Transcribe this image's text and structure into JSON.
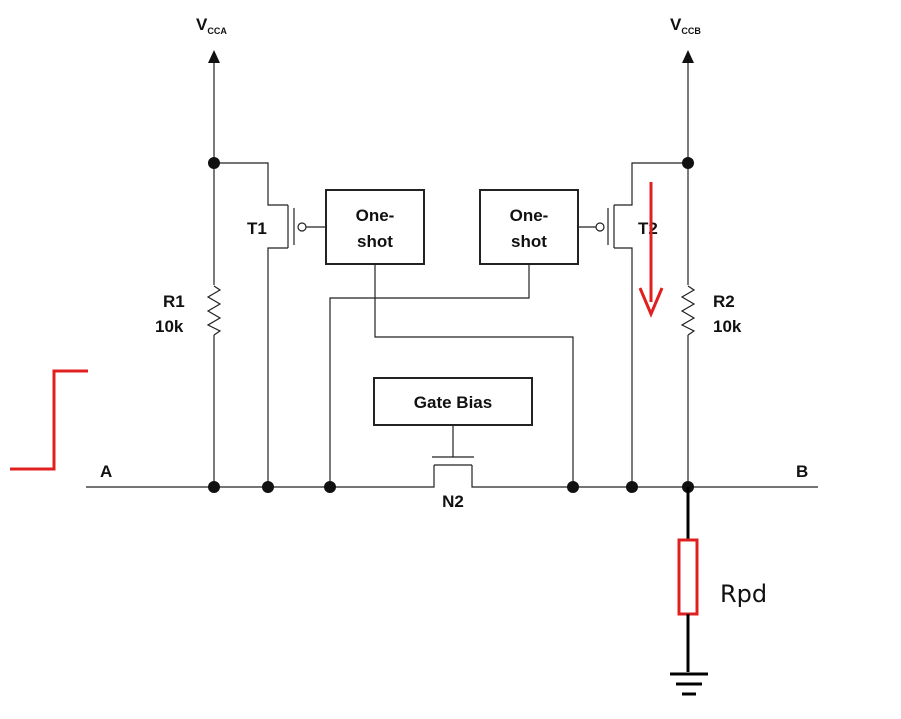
{
  "labels": {
    "vcca_v": "V",
    "vcca_sub": "CCA",
    "vccb_v": "V",
    "vccb_sub": "CCB",
    "t1": "T1",
    "t2": "T2",
    "r1_name": "R1",
    "r1_value": "10k",
    "r2_name": "R2",
    "r2_value": "10k",
    "oneshot_left_line1": "One-",
    "oneshot_left_line2": "shot",
    "oneshot_right_line1": "One-",
    "oneshot_right_line2": "shot",
    "gate_bias": "Gate Bias",
    "n2": "N2",
    "port_a": "A",
    "port_b": "B",
    "rpd": "Rpd"
  },
  "colors": {
    "wire": "#222222",
    "annotation": "#e02020",
    "annotation_wire": "#000000"
  }
}
